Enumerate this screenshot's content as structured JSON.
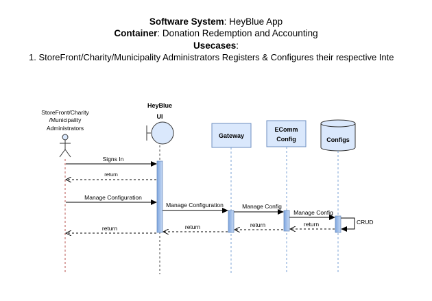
{
  "header": {
    "system_label": "Software System",
    "system_value": ": HeyBlue App",
    "container_label": "Container",
    "container_value": ": Donation Redemption and Accounting",
    "usecases_label": "Usecases",
    "usecases_suffix": ":",
    "usecase_1": "1. StoreFront/Charity/Municipality Administrators Registers & Configures their respective Inte"
  },
  "participants": {
    "actor_line1": "StoreFront/Charity",
    "actor_line2": "/Municipality",
    "actor_line3": "Administrators",
    "ui_line1": "HeyBlue",
    "ui_line2": "UI",
    "gateway": "Gateway",
    "ecomm_line1": "EComm",
    "ecomm_line2": "Config",
    "configs": "Configs"
  },
  "messages": {
    "signs_in": "Signs In",
    "return_1": "return",
    "manage_config_1": "Manage Configuration",
    "manage_config_2": "Manage Configuration",
    "manage_config_3": "Manage Config",
    "manage_config_4": "Manage Config",
    "crud": "CRUD",
    "return_2": "return",
    "return_3": "return",
    "return_4": "return",
    "return_5": "return"
  },
  "colors": {
    "box_fill": "#dae8fc",
    "box_stroke": "#6c8ebf",
    "activation_fill": "#a9c4eb",
    "lifeline": "#7aa2d6",
    "actor_lifeline": "#b85450",
    "arrow": "#000000"
  }
}
